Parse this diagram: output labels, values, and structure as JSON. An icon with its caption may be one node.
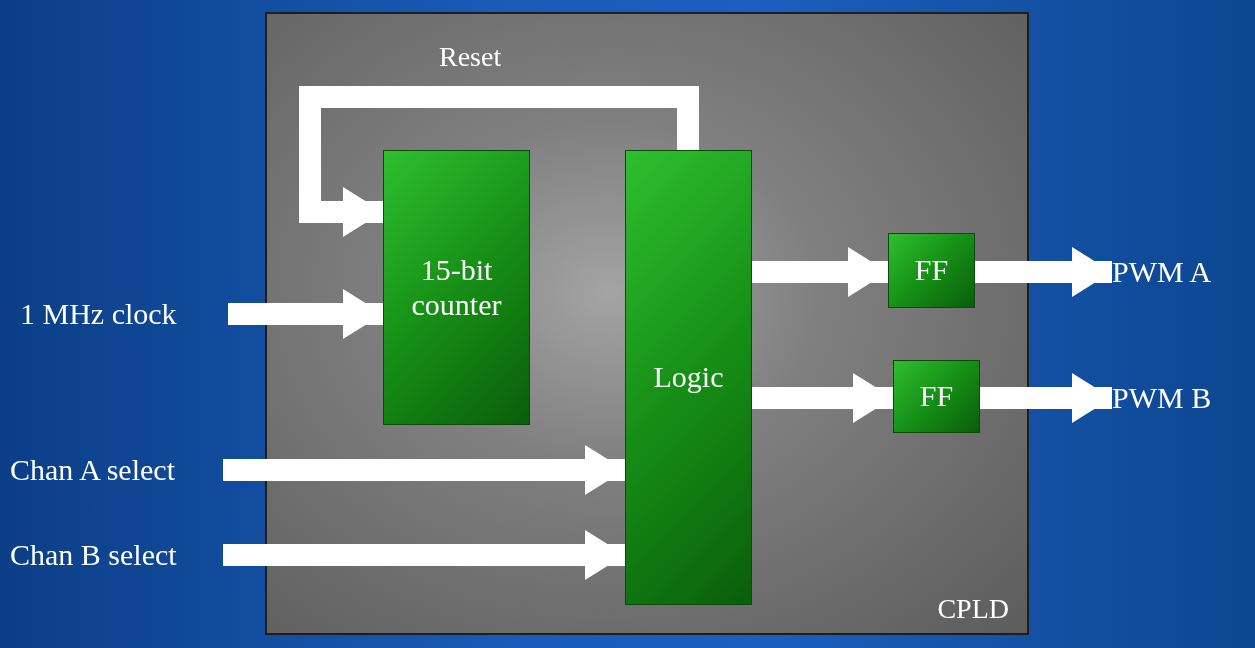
{
  "diagram": {
    "nodes": [
      {
        "text": [
          "CPLD"
        ]
      },
      {
        "text": [
          "15-bit counter"
        ],
        "in": 0
      },
      {
        "text": [
          "Logic"
        ],
        "in": 0
      },
      {
        "text": [
          "FF"
        ],
        "in": 0
      },
      {
        "text": [
          "FF"
        ],
        "in": 0
      },
      {
        "text": [
          "1 MHz clock"
        ]
      },
      {
        "text": [
          "Chan A select"
        ]
      },
      {
        "text": [
          "Chan B select"
        ]
      },
      {
        "text": [
          "PWM A"
        ]
      },
      {
        "text": [
          "PWM B"
        ]
      }
    ],
    "edges": [
      {
        "from": 5,
        "to": 1,
        "arrow": "to"
      },
      {
        "from": 6,
        "to": 2,
        "arrow": "to"
      },
      {
        "from": 7,
        "to": 2,
        "arrow": "to"
      },
      {
        "from": 2,
        "to": 3,
        "arrow": "to"
      },
      {
        "from": 2,
        "to": 4,
        "arrow": "to"
      },
      {
        "from": 3,
        "to": 8,
        "arrow": "to"
      },
      {
        "from": 4,
        "to": 9,
        "arrow": "to"
      },
      {
        "from": 2,
        "to": 1,
        "arrow": "to",
        "label": "Reset"
      }
    ]
  }
}
